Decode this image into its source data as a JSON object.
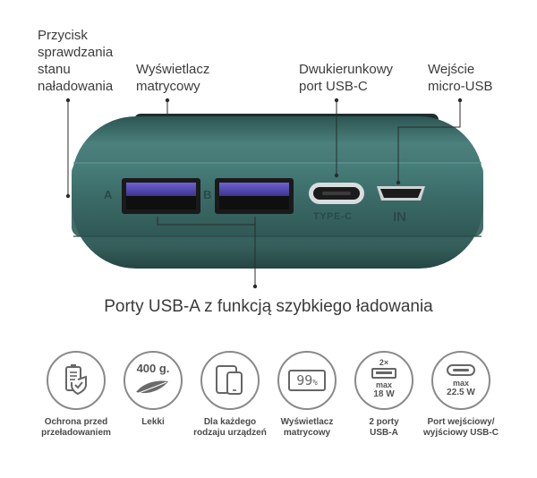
{
  "callouts": {
    "status_button": "Przycisk\nsprawdzania\nstanu\nnaładowania",
    "matrix_display": "Wyświetlacz\nmatrycowy",
    "dual_usbc": "Dwukierunkowy\nport USB-C",
    "micro_usb_input": "Wejście\nmicro-USB"
  },
  "device": {
    "port_a_label": "A",
    "port_b_label": "B",
    "typec_label": "TYPE-C",
    "in_label": "IN",
    "colors": {
      "body": "#3f6f6c",
      "body_dark": "#2a4c4a",
      "port_blue": "#5b4fb8"
    }
  },
  "bottom_caption": "Porty USB-A z funkcją szybkiego ładowania",
  "features": [
    {
      "label": "Ochrona przed\nprzeładowaniem",
      "icon": "battery-shield-icon"
    },
    {
      "label": "Lekki",
      "icon": "feather-weight-icon",
      "weight": "400 g."
    },
    {
      "label": "Dla każdego\nrodzaju urządzeń",
      "icon": "devices-icon"
    },
    {
      "label": "Wyświetlacz\nmatrycowy",
      "icon": "matrix-display-icon",
      "display_value": "99",
      "display_unit": "%"
    },
    {
      "label": "2 porty\nUSB-A",
      "icon": "usb-a-icon",
      "count": "2×",
      "power_top": "max",
      "power": "18 W"
    },
    {
      "label": "Port wejściowy/\nwyjściowy USB-C",
      "icon": "usb-c-icon",
      "power_top": "max",
      "power": "22.5 W"
    }
  ]
}
